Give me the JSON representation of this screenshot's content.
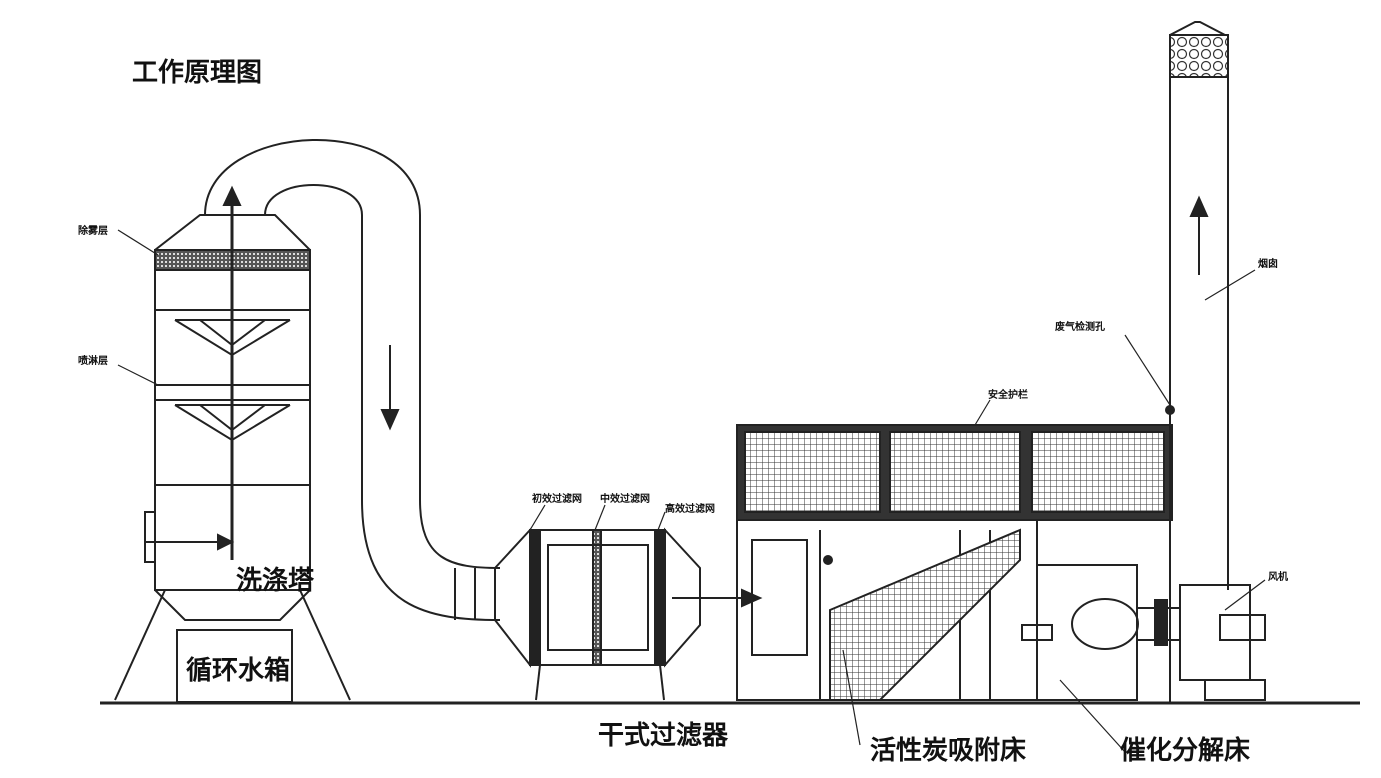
{
  "title": "工作原理图",
  "components": {
    "scrubber_tower": "洗涤塔",
    "water_tank": "循环水箱",
    "dry_filter": "干式过滤器",
    "carbon_bed": "活性炭吸附床",
    "catalytic_bed": "催化分解床"
  },
  "callouts": {
    "demister": "除雾层",
    "spray_layer": "喷淋层",
    "primary_filter": "初效过滤网",
    "medium_filter": "中效过滤网",
    "high_filter": "高效过滤网",
    "guardrail": "安全护栏",
    "sampling_port": "废气检测孔",
    "chimney": "烟囱",
    "fan": "风机"
  },
  "colors": {
    "line": "#222222",
    "background": "#ffffff"
  }
}
